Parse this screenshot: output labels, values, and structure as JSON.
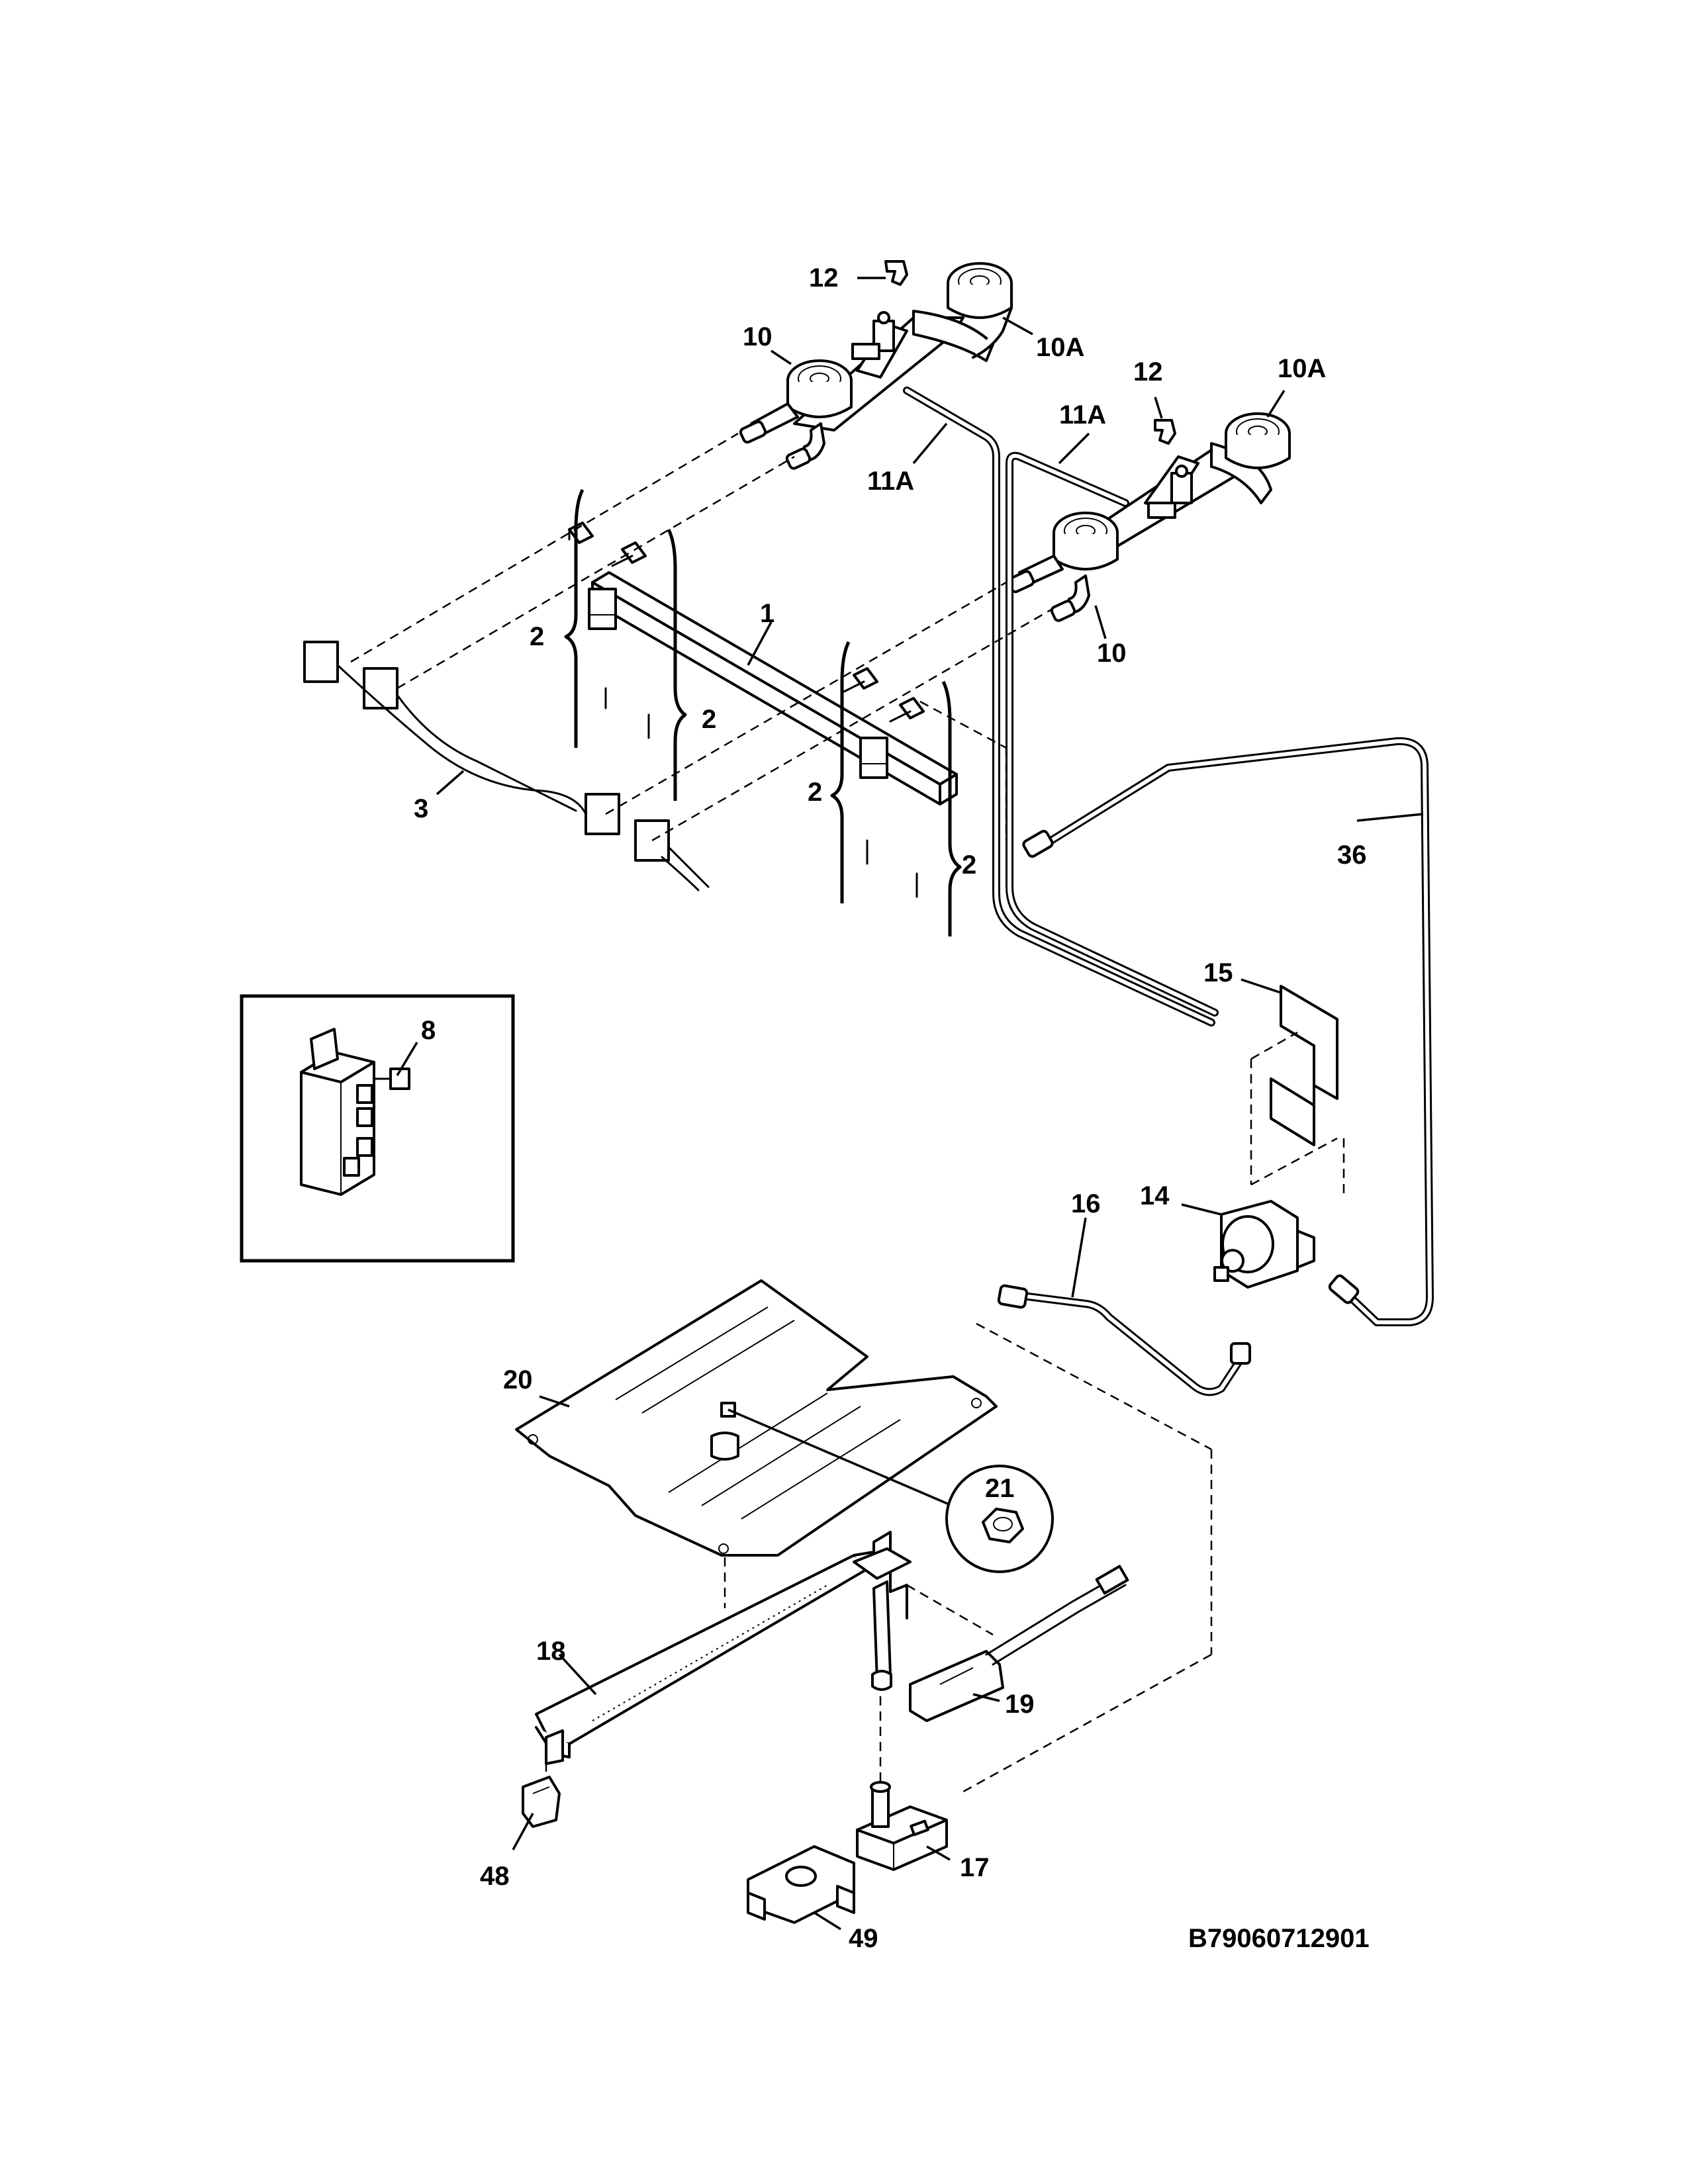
{
  "diagram": {
    "labels": {
      "c1": "1",
      "c2a": "2",
      "c2b": "2",
      "c2c": "2",
      "c2d": "2",
      "c3": "3",
      "c8": "8",
      "c10a": "10",
      "c10b": "10",
      "c10Aa": "10A",
      "c10Ab": "10A",
      "c11Aa": "11A",
      "c11Ab": "11A",
      "c12a": "12",
      "c12b": "12",
      "c14": "14",
      "c15": "15",
      "c16": "16",
      "c17": "17",
      "c18": "18",
      "c19": "19",
      "c20": "20",
      "c21": "21",
      "c36": "36",
      "c48": "48",
      "c49": "49"
    },
    "drawing_code": "B79060712901"
  }
}
